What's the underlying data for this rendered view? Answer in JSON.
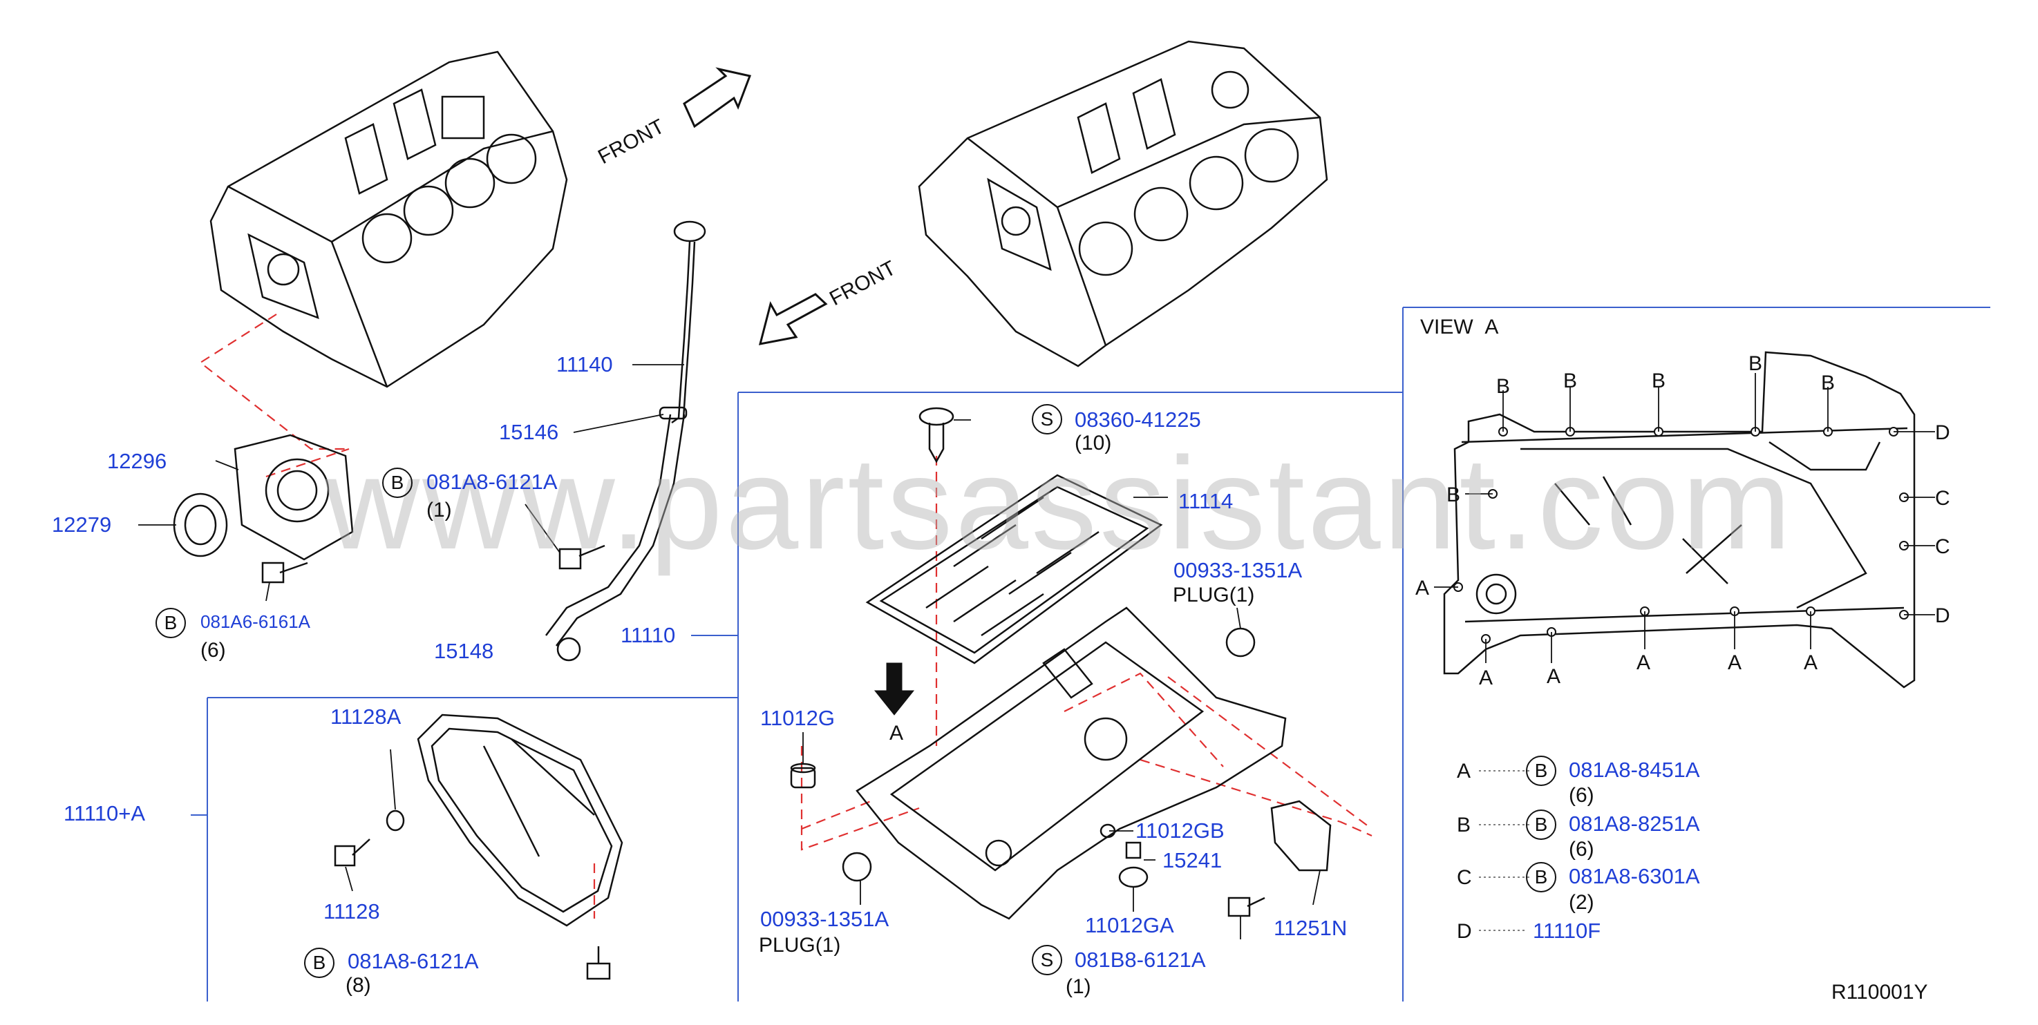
{
  "watermark": "www.partsassistant.com",
  "figure_ref": "R110001Y",
  "front_labels": [
    "FRONT",
    "FRONT"
  ],
  "part_numbers": {
    "p11140": "11140",
    "p15146": "15146",
    "p15148": "15148",
    "p11110": "11110",
    "p12296": "12296",
    "p12279": "12279",
    "p081A6": "081A6-6161A",
    "p081A6_qty": "(6)",
    "p081A8_top": "081A8-6121A",
    "p081A8_top_qty": "(1)",
    "p11128A": "11128A",
    "p11110A": "11110+A",
    "p11128": "11128",
    "p081A8_left": "081A8-6121A",
    "p081A8_left_qty": "(8)",
    "p08360": "08360-41225",
    "p08360_qty": "(10)",
    "p11114": "11114",
    "p00933_top": "00933-1351A",
    "plug_top": "PLUG(1)",
    "p11012G": "11012G",
    "view_arrow_label": "A",
    "p11012GB": "11012GB",
    "p15241": "15241",
    "p00933_bot": "00933-1351A",
    "plug_bot": "PLUG(1)",
    "p11012GA": "11012GA",
    "p11251N": "11251N",
    "p081B8": "081B8-6121A",
    "p081B8_qty": "(1)"
  },
  "circle_marks": {
    "b1": "B",
    "b2": "B",
    "b3": "B",
    "b4": "B",
    "s1": "S",
    "s2": "S"
  },
  "view_a": {
    "title": "VIEW",
    "title_letter": "A",
    "markers": {
      "top_b1": "B",
      "top_b2": "B",
      "top_b3": "B",
      "top_b4": "B",
      "top_b5": "B",
      "left_b": "B",
      "left_a": "A",
      "right_d1": "D",
      "right_c1": "C",
      "right_c2": "C",
      "right_d2": "D",
      "bot_a1": "A",
      "bot_a2": "A",
      "bot_a3": "A",
      "bot_a4": "A",
      "bot_a5": "A"
    }
  },
  "legend": [
    {
      "key": "A",
      "circle": "B",
      "part": "081A8-8451A",
      "qty": "(6)"
    },
    {
      "key": "B",
      "circle": "B",
      "part": "081A8-8251A",
      "qty": "(6)"
    },
    {
      "key": "C",
      "circle": "B",
      "part": "081A8-6301A",
      "qty": "(2)"
    },
    {
      "key": "D",
      "circle": "",
      "part": "11110F",
      "qty": ""
    }
  ],
  "colors": {
    "part_number": "#1f3fd6",
    "frame_line": "#3a5fcd",
    "dash_line": "#e03030",
    "drawing": "#111111",
    "watermark": "#b3b3b3"
  }
}
